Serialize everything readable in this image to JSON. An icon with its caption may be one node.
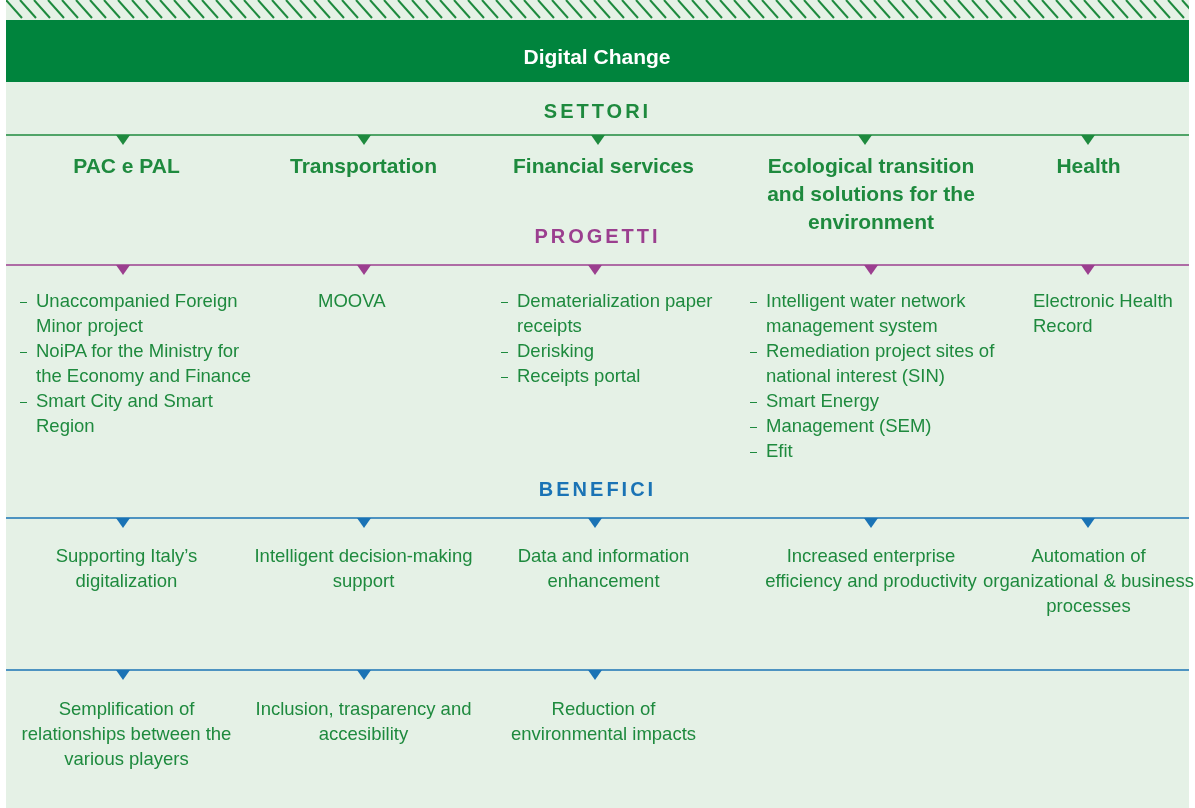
{
  "diagram": {
    "title": "Digital Change",
    "labels": [
      "SETTORI",
      "PAC e PAL",
      "Transportation",
      "Financial services",
      "Ecological transition and solutions for the environment",
      "Health",
      "PROGETTI",
      "Unaccompanied Foreign Minor project",
      "NoiPA for the Ministry for the Economy and Finance",
      "Smart City and Smart Region",
      "MOOVA",
      "Dematerialization paper receipts",
      "Derisking",
      "Receipts portal",
      "Intelligent water network management system",
      "Remediation project sites of national interest (SIN)",
      "Smart Energy",
      "Management (SEM)",
      "Efit",
      "Electronic Health Record",
      "BENEFICI",
      "Supporting Italy’s digitalization",
      "Intelligent decision-making support",
      "Data and information enhancement",
      "Increased enterprise efficiency and productivity",
      "Automation of organizational & business processes",
      "Semplification of relationships between the various players",
      "Inclusion, trasparency and accesibility",
      "Reduction of environmental impacts"
    ]
  }
}
